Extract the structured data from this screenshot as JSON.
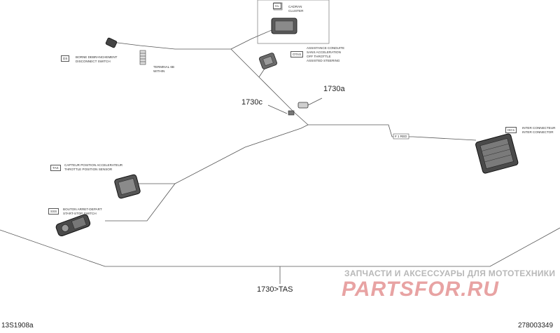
{
  "callouts": {
    "c1730a": "1730a",
    "c1730c": "1730c",
    "c1730tas": "1730>TAS"
  },
  "labels": {
    "cluster_fr": "CADRAN",
    "cluster_en": "CLUSTER",
    "cluster_code": "CL",
    "disconnect_fr": "BORNE DEBRANCHEMENT",
    "disconnect_en": "DISCONNECT SWITCH",
    "disconnect_code": "DS",
    "dps_fr": "ASSISTANCE CONDUITE",
    "dps_fr2": "SANS ACCELERATION",
    "dps_en": "OFF THROTTLE",
    "dps_en2": "ASSISTED STEERING",
    "dps_code": "OTAS",
    "inter_fr": "INTER CONNECTEUR",
    "inter_en": "INTER CONNECTOR",
    "inter_code": "ISC1",
    "tps_fr": "CAPTEUR POSITION ACCELERATEUR",
    "tps_en": "THROTTLE POSITION SENSOR",
    "tps_code": "TAS",
    "ss_fr": "BOUTON ARRET-DEPART",
    "ss_en": "START-STOP SWITCH",
    "ss_code": "SSS",
    "wire_tag": "# 1 RED",
    "wire_note1": "TERMINAL 6B",
    "wire_note2": "WITHIN"
  },
  "refs": {
    "left": "13S1908a",
    "right": "278003349"
  },
  "watermark": {
    "line1": "ЗАПЧАСТИ И АКСЕССУАРЫ ДЛЯ МОТОТЕХНИКИ",
    "line2": "PARTSFOR.RU"
  }
}
